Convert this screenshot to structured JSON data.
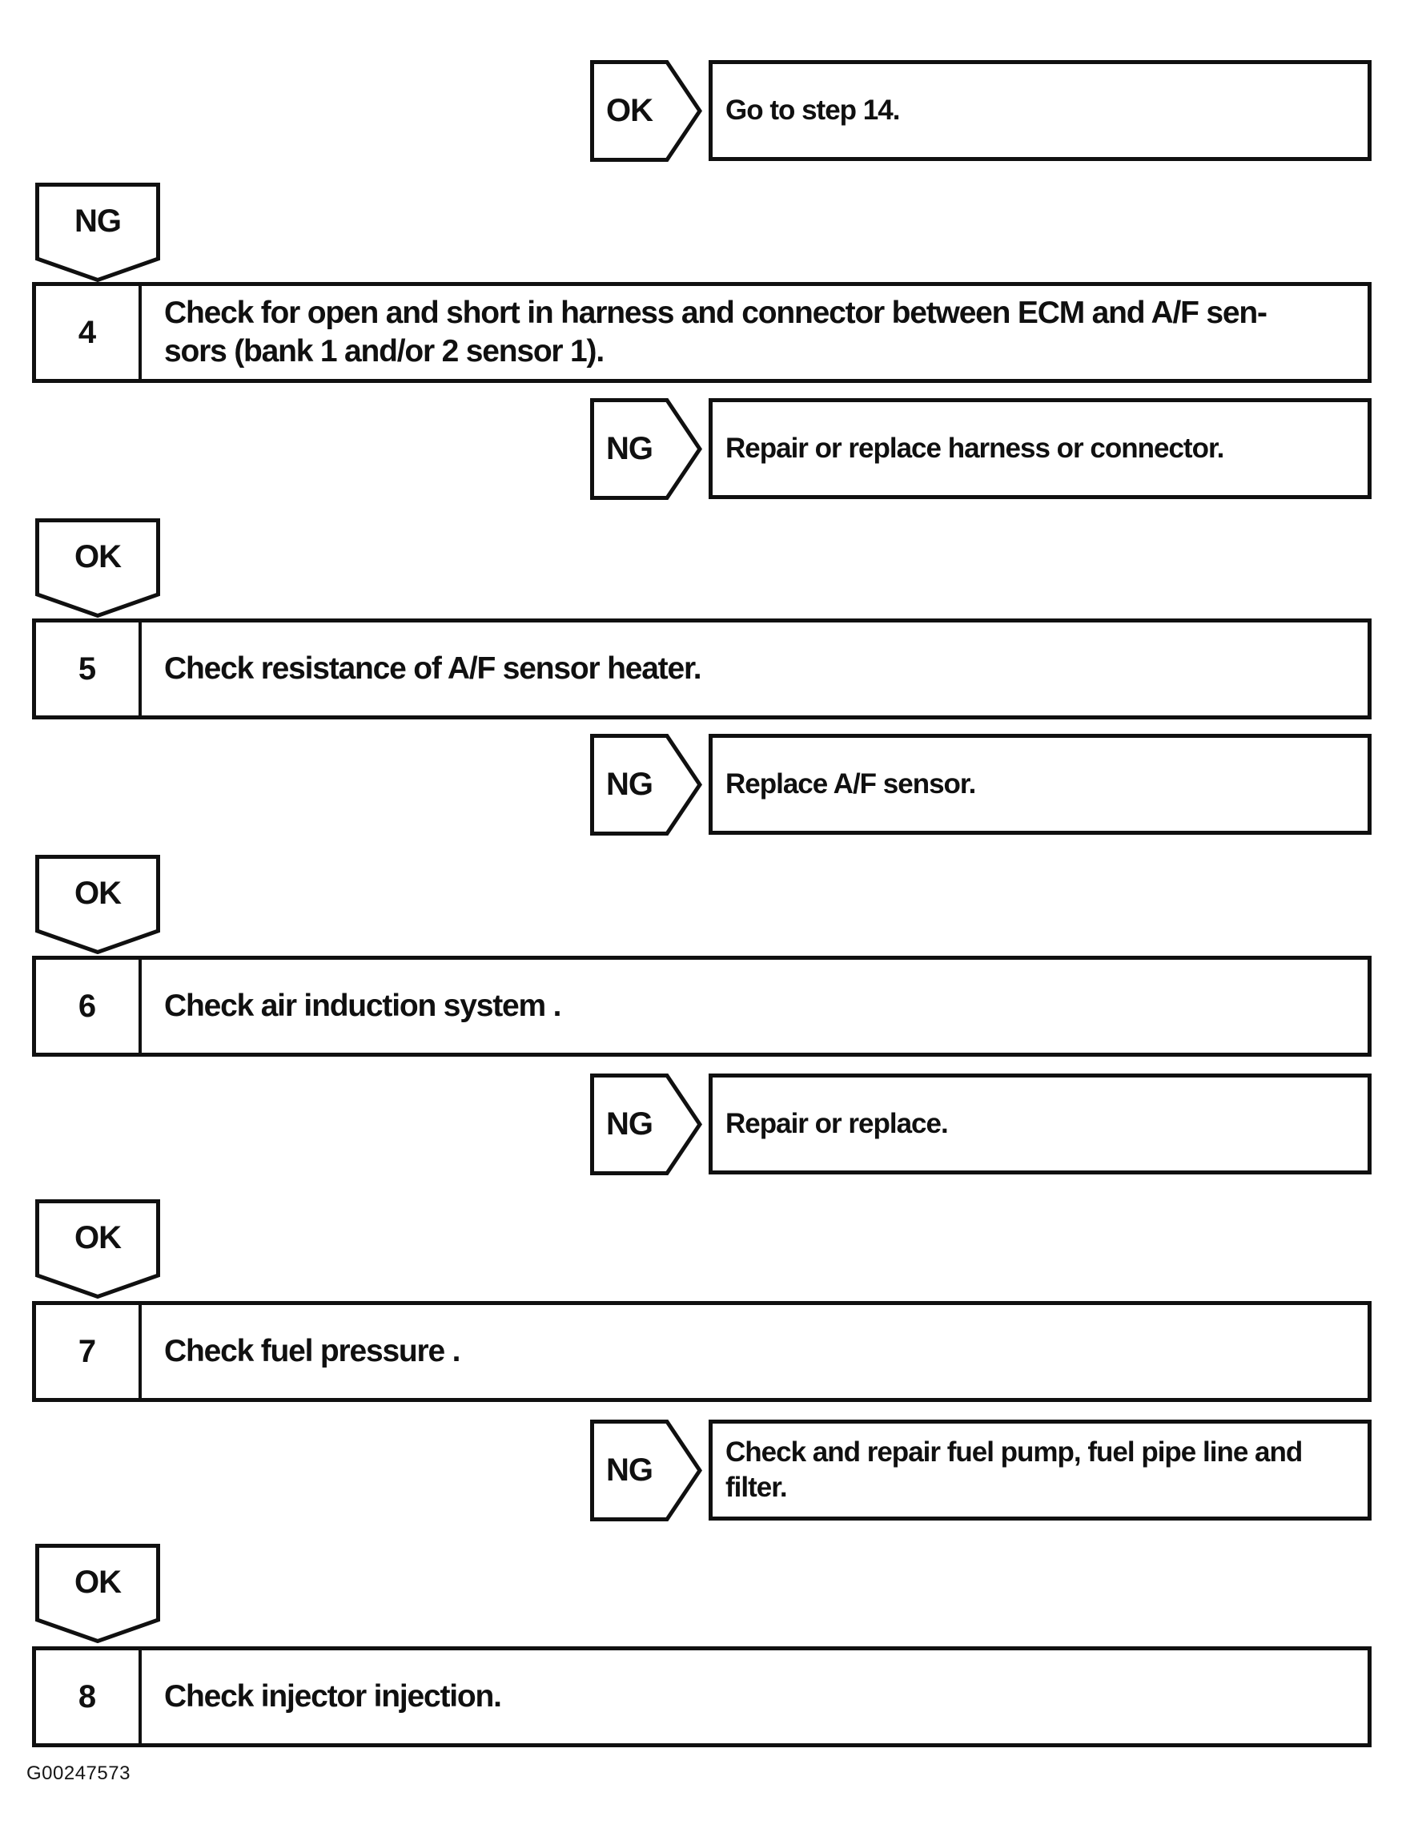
{
  "figure_code": "G00247573",
  "colors": {
    "ink": "#101010",
    "paper": "#ffffff"
  },
  "flow": {
    "branches": [
      {
        "badge": "OK",
        "result_lines": [
          "Go to step 14."
        ]
      },
      {
        "badge": "NG",
        "result_lines": [
          "Repair or replace harness or connector."
        ]
      },
      {
        "badge": "NG",
        "result_lines": [
          "Replace A/F sensor."
        ]
      },
      {
        "badge": "NG",
        "result_lines": [
          "Repair or replace."
        ]
      },
      {
        "badge": "NG",
        "result_lines": [
          "Check and repair fuel pump, fuel pipe line and",
          "filter."
        ]
      }
    ],
    "connectors": [
      {
        "label": "NG"
      },
      {
        "label": "OK"
      },
      {
        "label": "OK"
      },
      {
        "label": "OK"
      },
      {
        "label": "OK"
      }
    ],
    "steps": [
      {
        "number": "4",
        "lines": [
          "Check for open and short in harness and connector between ECM and A/F sen-",
          "sors (bank 1 and/or 2 sensor 1)."
        ]
      },
      {
        "number": "5",
        "lines": [
          "Check resistance of A/F sensor heater."
        ]
      },
      {
        "number": "6",
        "lines": [
          "Check air induction system ."
        ]
      },
      {
        "number": "7",
        "lines": [
          "Check fuel pressure ."
        ]
      },
      {
        "number": "8",
        "lines": [
          "Check injector injection."
        ]
      }
    ]
  }
}
